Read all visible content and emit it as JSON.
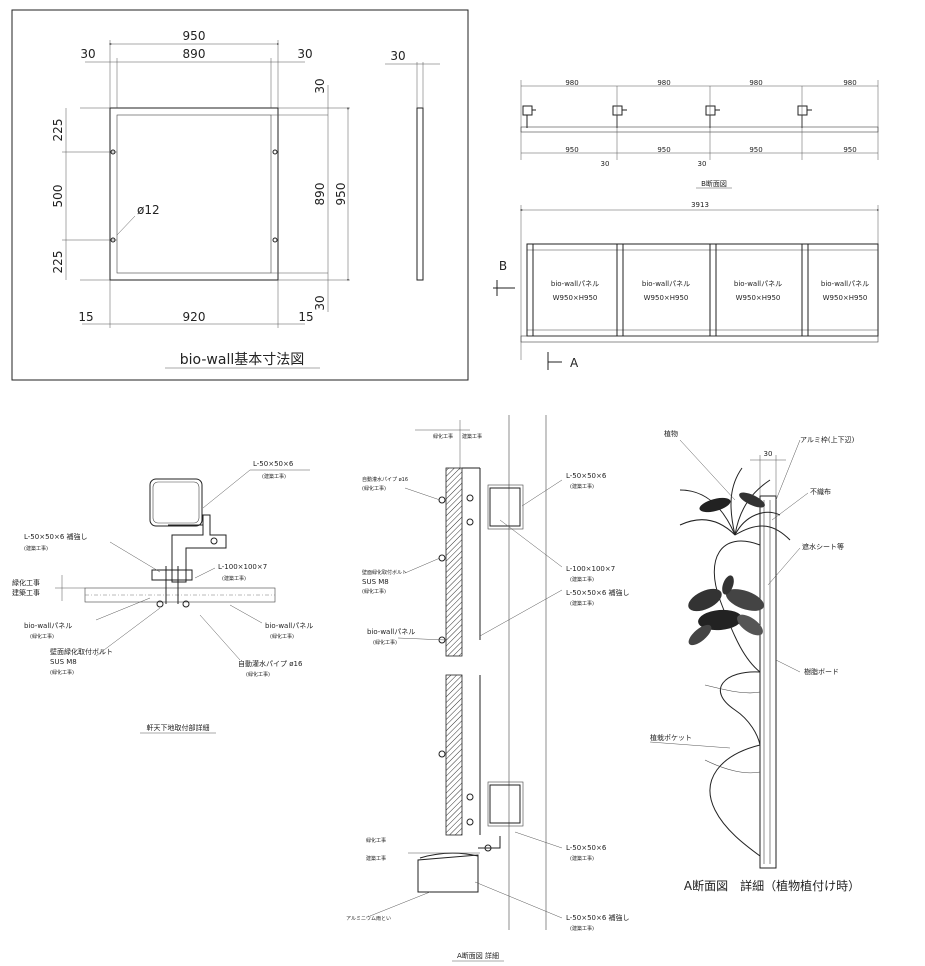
{
  "basic": {
    "title": "bio-wall基本寸法図",
    "top_overall": "950",
    "top_left": "30",
    "top_mid": "890",
    "top_right": "30",
    "side_width": "30",
    "left_a": "225",
    "left_b": "500",
    "left_c": "225",
    "hole_label": "ø12",
    "right_a": "30",
    "right_inner": "890",
    "right_overall": "950",
    "right_b": "30",
    "bottom_left": "15",
    "bottom_mid": "920",
    "bottom_right": "15"
  },
  "section_b": {
    "title": "B断面図",
    "top_dims": [
      "980",
      "980",
      "980",
      "980"
    ],
    "bottom_dims": [
      "950",
      "950",
      "950",
      "950"
    ],
    "gaps": [
      "30",
      "30"
    ]
  },
  "elevation": {
    "overall": "3913",
    "panel_name": "bio-wallパネル",
    "panel_size": "W950×H950",
    "marker_b": "B",
    "marker_a": "A"
  },
  "eave_detail": {
    "title": "軒天下地取付部詳細",
    "l_angle_top": "L-50×50×6",
    "l_angle_top_note": "(建築工事)",
    "l_angle_left": "L-50×50×6 補強し",
    "l_angle_left_note": "(建築工事)",
    "l_plate": "L-100×100×7",
    "l_plate_note": "(建築工事)",
    "boundary_1": "緑化工事",
    "boundary_2": "建築工事",
    "panel_left": "bio-wallパネル",
    "panel_left_note": "(緑化工事)",
    "bolt": "壁面緑化取付ボルト",
    "bolt_spec": "SUS M8",
    "bolt_note": "(緑化工事)",
    "panel_right": "bio-wallパネル",
    "panel_right_note": "(緑化工事)",
    "pipe": "自動灌水パイプ ø16",
    "pipe_note": "(緑化工事)"
  },
  "section_a": {
    "title": "A断面図 詳細",
    "boundary_top_1": "緑化工事",
    "boundary_top_2": "建築工事",
    "pipe": "自動灌水パイプ ø16",
    "pipe_note": "(緑化工事)",
    "bolt": "壁面緑化取付ボルト",
    "bolt_spec": "SUS M8",
    "bolt_note": "(緑化工事)",
    "panel": "bio-wallパネル",
    "panel_note": "(緑化工事)",
    "l1": "L-50×50×6",
    "l1_note": "(建築工事)",
    "l2": "L-100×100×7",
    "l2_note": "(建築工事)",
    "l3": "L-50×50×6 補強し",
    "l3_note": "(建築工事)",
    "boundary_bot_1": "緑化工事",
    "boundary_bot_2": "建築工事",
    "gutter": "アルミニウム雨とい",
    "l4": "L-50×50×6",
    "l4_note": "(建築工事)",
    "l5": "L-50×50×6 補強し",
    "l5_note": "(建築工事)"
  },
  "planting": {
    "title": "A断面図　詳細（植物植付け時）",
    "dim": "30",
    "plant": "植物",
    "frame": "アルミ枠(上下辺)",
    "fabric": "不織布",
    "sheet": "遮水シート等",
    "board": "樹脂ボード",
    "pocket": "植栽ポケット"
  }
}
